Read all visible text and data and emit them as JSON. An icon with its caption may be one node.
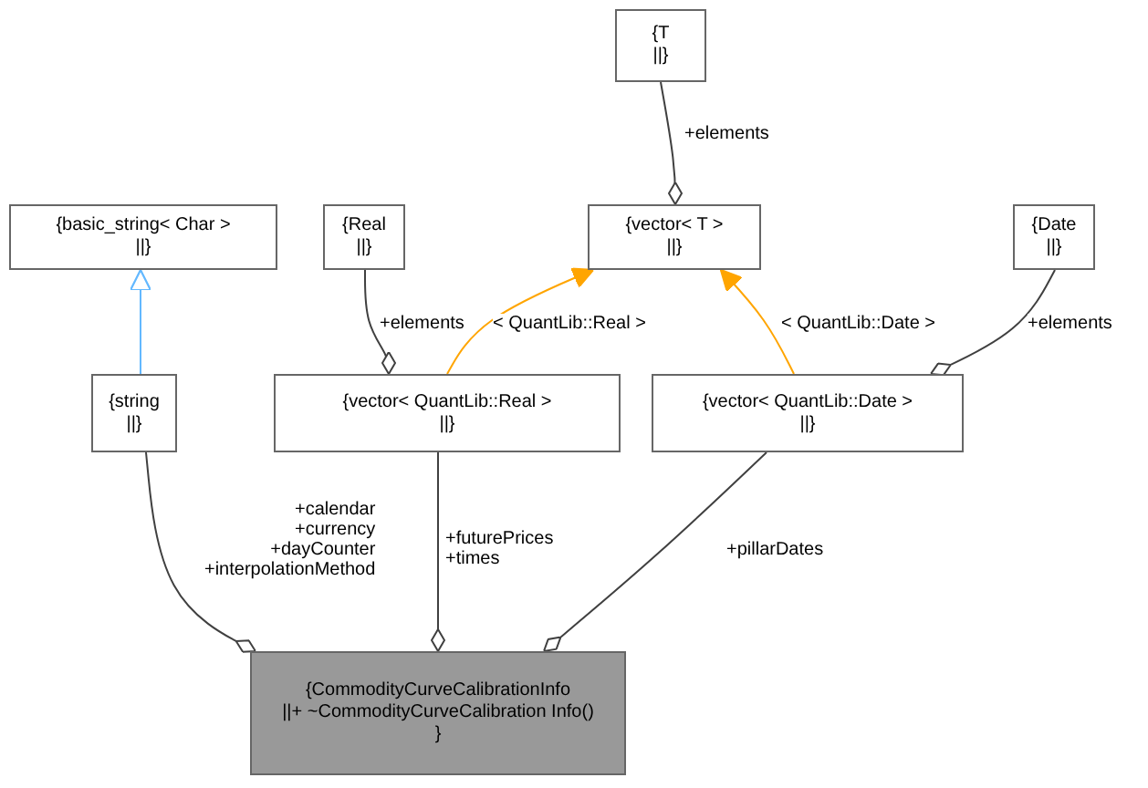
{
  "diagram": {
    "nodes": [
      {
        "text": [
          "{T",
          "||}"
        ]
      },
      {
        "text": [
          "{basic_string< Char >",
          "||}"
        ]
      },
      {
        "text": [
          "{Real",
          "||}"
        ]
      },
      {
        "text": [
          "{vector< T >",
          "||}"
        ]
      },
      {
        "text": [
          "{Date",
          "||}"
        ]
      },
      {
        "text": [
          "{string",
          "||}"
        ]
      },
      {
        "text": [
          "{vector< QuantLib::Real >",
          "||}"
        ]
      },
      {
        "text": [
          "{vector< QuantLib::Date >",
          "||}"
        ]
      },
      {
        "text": [
          "{CommodityCurveCalibrationInfo",
          "||+ ~CommodityCurveCalibration Info()",
          "}"
        ]
      }
    ],
    "edges": [
      {
        "from": 0,
        "to": 3,
        "arrow": "other",
        "label": "+elements"
      },
      {
        "from": 5,
        "to": 1,
        "arrow": "to",
        "color": "#63b8ff"
      },
      {
        "from": 2,
        "to": 6,
        "arrow": "other",
        "label": "+elements"
      },
      {
        "from": 6,
        "to": 3,
        "arrow": "to",
        "label": "< QuantLib::Real >",
        "color": "#ffa500"
      },
      {
        "from": 7,
        "to": 3,
        "arrow": "to",
        "label": "< QuantLib::Date >",
        "color": "#ffa500"
      },
      {
        "from": 4,
        "to": 7,
        "arrow": "other",
        "label": "+elements"
      },
      {
        "from": 5,
        "to": 8,
        "arrow": "other",
        "label": "+calendar +currency +dayCounter +interpolationMethod"
      },
      {
        "from": 6,
        "to": 8,
        "arrow": "other",
        "label": "+futurePrices +times"
      },
      {
        "from": 7,
        "to": 8,
        "arrow": "other",
        "label": "+pillarDates"
      }
    ]
  }
}
